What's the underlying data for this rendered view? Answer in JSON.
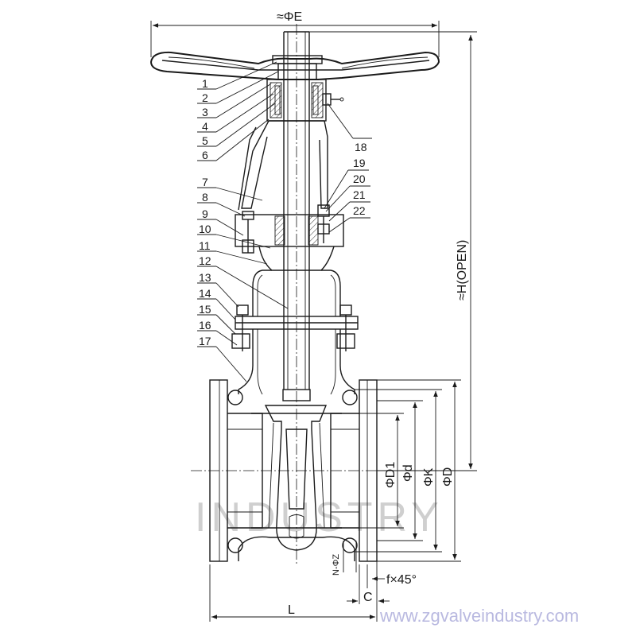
{
  "diagram": {
    "part_numbers": [
      "1",
      "2",
      "3",
      "4",
      "5",
      "6",
      "7",
      "8",
      "9",
      "10",
      "11",
      "12",
      "13",
      "14",
      "15",
      "16",
      "17",
      "18",
      "19",
      "20",
      "21",
      "22"
    ],
    "dimensions": {
      "handwheel_diameter": "≈ΦE",
      "height_open": "≈H(OPEN)",
      "d1": "ΦD1",
      "d": "Φd",
      "k": "ΦK",
      "D": "ΦD",
      "bolt_holes": "N-ΦZ",
      "chamfer": "f×45°",
      "flange_thickness": "C",
      "length": "L"
    },
    "watermark": "INDUSTRY",
    "website": "www.zgvalveindustry.com"
  }
}
